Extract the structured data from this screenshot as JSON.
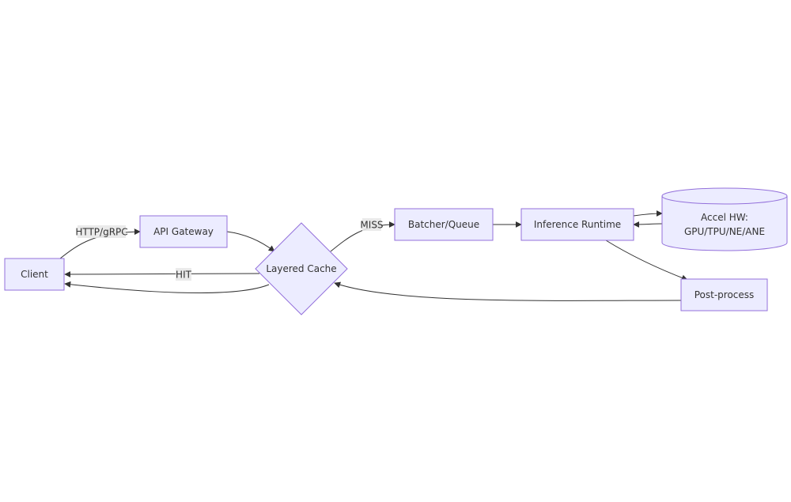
{
  "nodes": {
    "client": {
      "label": "Client"
    },
    "api_gateway": {
      "label": "API Gateway"
    },
    "layered_cache": {
      "label": "Layered Cache"
    },
    "batcher_queue": {
      "label": "Batcher/Queue"
    },
    "inference_runtime": {
      "label": "Inference Runtime"
    },
    "accel_hw": {
      "line1": "Accel HW:",
      "line2": "GPU/TPU/NE/ANE"
    },
    "post_process": {
      "label": "Post-process"
    }
  },
  "edges": {
    "client_to_gateway": {
      "label": "HTTP/gRPC"
    },
    "cache_to_client_hit": {
      "label": "HIT"
    },
    "cache_to_batcher_miss": {
      "label": "MISS"
    }
  },
  "colors": {
    "node_fill": "#ECECFF",
    "node_stroke": "#9370DB",
    "edge": "#333333",
    "edge_label_bg": "#E8E8E8"
  }
}
